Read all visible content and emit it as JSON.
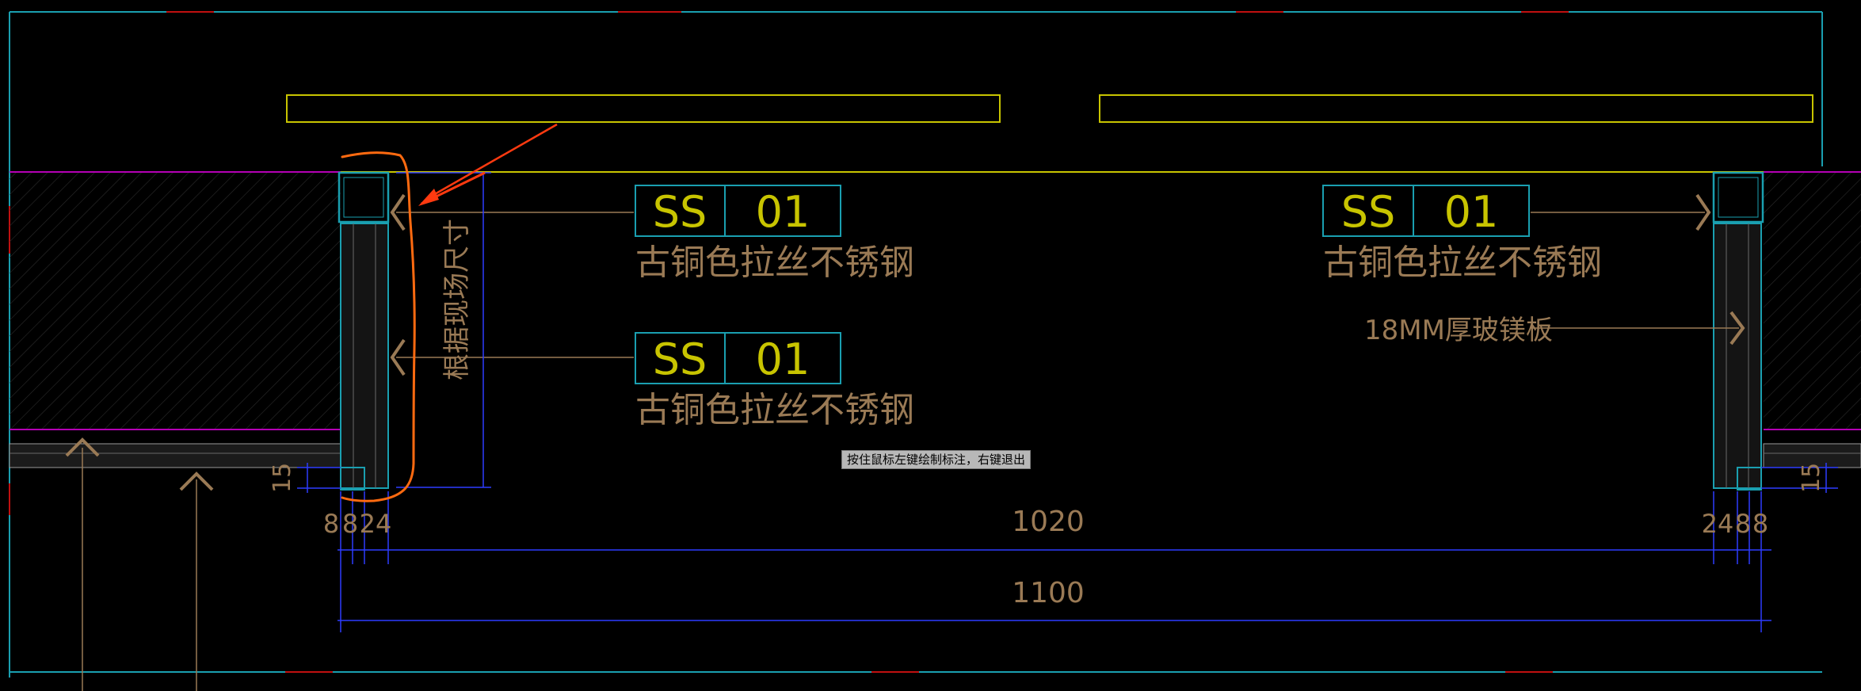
{
  "tags": [
    {
      "code": "SS",
      "number": "01",
      "material": "古铜色拉丝不锈钢"
    },
    {
      "code": "SS",
      "number": "01",
      "material": "古铜色拉丝不锈钢"
    },
    {
      "code": "SS",
      "number": "01",
      "material": "古铜色拉丝不锈钢"
    }
  ],
  "notes": {
    "field_dimension": "根据现场尺寸",
    "board_label": "18MM厚玻镁板"
  },
  "dimensions": {
    "left_small": "15",
    "right_small": "15",
    "left_group": [
      "8",
      "8",
      "24"
    ],
    "right_group": [
      "24",
      "8",
      "8"
    ],
    "inner": "1020",
    "overall": "1100"
  },
  "prompt": {
    "tooltip": "按住鼠标左键绘制标注，右键退出"
  },
  "colors": {
    "background": "#000000",
    "outline": "#1a9fb0",
    "yellow": "#c8c400",
    "bronze": "#9a7a55",
    "blue_dim": "#2d3cff",
    "magenta": "#b400b4",
    "red_mark": "#ff3a10",
    "orange_sketch": "#ff6a10"
  }
}
